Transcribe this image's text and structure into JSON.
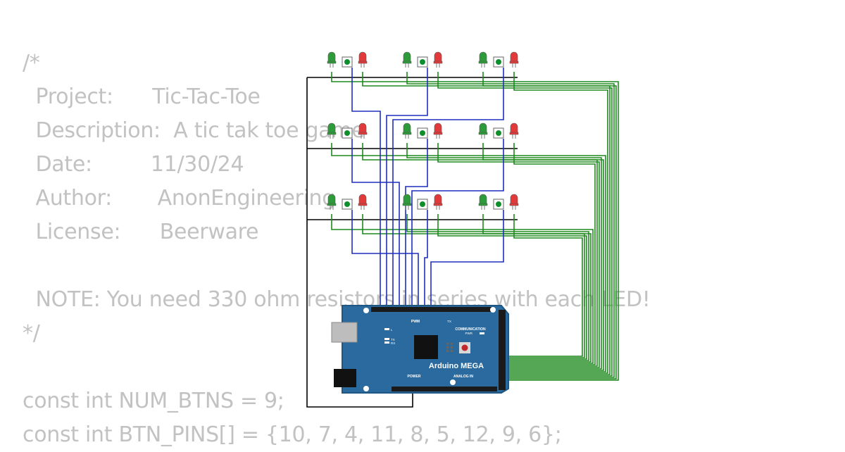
{
  "code_lines": [
    "/*",
    "  Project:      Tic-Tac-Toe",
    "  Description:  A tic tak toe game",
    "  Date:         11/30/24",
    "  Author:       AnonEngineering",
    "  License:      Beerware",
    "",
    "  NOTE: You need 330 ohm resistors in series with each LED!",
    "*/",
    "",
    "const int NUM_BTNS = 9;",
    "const int BTN_PINS[] = {10, 7, 4, 11, 8, 5, 12, 9, 6};"
  ],
  "board": {
    "name": "Arduino MEGA",
    "pwm_label": "PWM",
    "communication_label": "COMMUNICATION",
    "power_label": "POWER",
    "analog_label": "ANALOG IN",
    "tx_label": "TX",
    "rx_label": "RX",
    "l_label": "L",
    "pwr_label": "PWR"
  },
  "grid": {
    "rows": 3,
    "cols": 3
  },
  "colors": {
    "board": "#2a6a9e",
    "board_edge": "#1f5682",
    "header": "#1a1a1a",
    "green_led": "#2e9b3a",
    "red_led": "#e23a3a",
    "button_dot": "#0e8f2c",
    "wire_ground": "#000000",
    "wire_button": "#1f2fbd",
    "wire_led": "#1d8a1d",
    "code_text": "#c2c2c2"
  }
}
